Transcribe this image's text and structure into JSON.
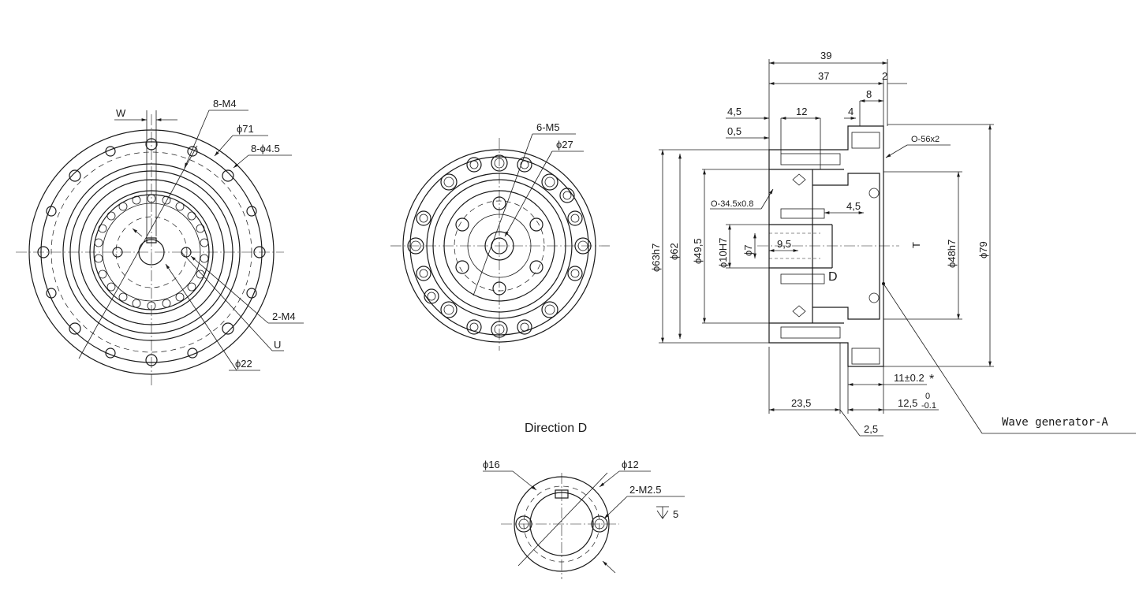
{
  "front_view": {
    "labels": {
      "w": "W",
      "holes_m4": "8-M4",
      "pcd_71": "ϕ71",
      "holes_45": "8-ϕ4.5",
      "holes_2m4": "2-M4",
      "u": "U",
      "pcd_22": "ϕ22"
    }
  },
  "rear_view": {
    "labels": {
      "holes_m5": "6-M5",
      "pcd_27": "ϕ27"
    }
  },
  "section_view": {
    "dims": {
      "d39": "39",
      "d37": "37",
      "d2": "2",
      "d8": "8",
      "d45": "4,5",
      "d12": "12",
      "d4": "4",
      "d05": "0,5",
      "oring_56": "O-56x2",
      "oring_345": "O-34.5x0.8",
      "d_45": "4,5",
      "d95": "9,5",
      "t": "T",
      "d": "D",
      "dia63": "ϕ63h7",
      "dia62": "ϕ62",
      "dia495": "ϕ49,5",
      "dia10": "ϕ10H7",
      "dia7": "ϕ7",
      "dia48": "ϕ48h7",
      "dia79": "ϕ79",
      "d11": "11±0.2",
      "asterisk": "*",
      "d125": "12,5",
      "d125_upper": "0",
      "d125_lower": "-0.1",
      "d235": "23,5",
      "d25": "2,5",
      "wave_gen": "Wave generator-A"
    }
  },
  "direction_view": {
    "title": "Direction D",
    "labels": {
      "dia16": "ϕ16",
      "dia12": "ϕ12",
      "holes": "2-M2.5",
      "depth": "5"
    }
  }
}
